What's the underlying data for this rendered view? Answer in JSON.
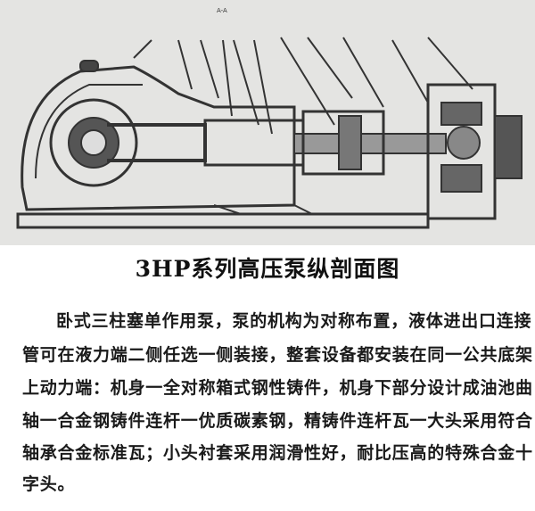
{
  "drawing": {
    "section_label": "A-A"
  },
  "title": "3HP系列高压泵纵剖面图",
  "paragraph_lines": [
    "卧式三柱塞单作用泵，泵的机构为对称布置，液体进出口连接",
    "管可在液力端二侧任选一侧装接，整套设备都安装在同一公共底架",
    "上动力端：机身一全对称箱式钢性铸件，机身下部分设计成油池曲",
    "轴一合金钢铸件连杆一优质碳素钢，精铸件连杆瓦一大头采用符合",
    "轴承合金标准瓦；小头衬套采用润滑性好，耐比压高的特殊合金十",
    "字头。"
  ]
}
